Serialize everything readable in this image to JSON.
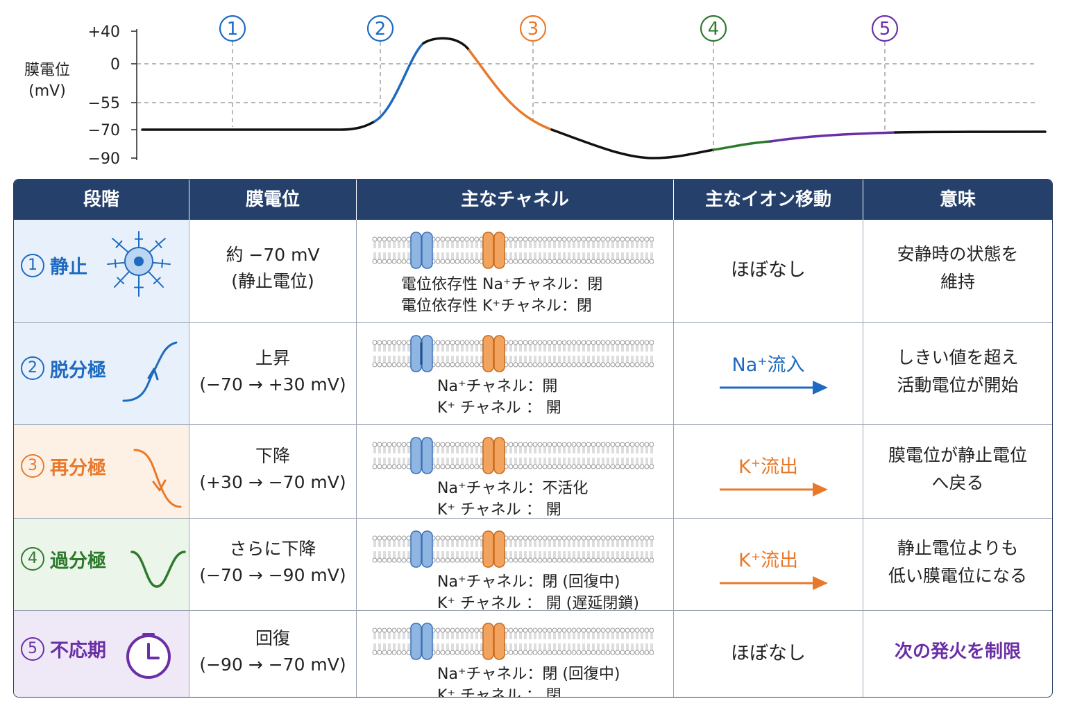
{
  "chart_data": {
    "type": "line",
    "ylabel": "膜電位\n(mV)",
    "y_ticks": [
      "+40",
      "0",
      "−55",
      "−70",
      "−90"
    ],
    "y_tick_values": [
      40,
      0,
      -55,
      -70,
      -90
    ],
    "ylim": [
      -90,
      40
    ],
    "threshold_lines": [
      0,
      -55
    ],
    "markers": [
      {
        "label": "①",
        "color": "#1e6ac0"
      },
      {
        "label": "②",
        "color": "#1e6ac0"
      },
      {
        "label": "③",
        "color": "#e9792a"
      },
      {
        "label": "④",
        "color": "#2d7a2d"
      },
      {
        "label": "⑤",
        "color": "#6a2fa6"
      }
    ],
    "curve": {
      "resting": -70,
      "peak": 32,
      "trough": -90,
      "segments": [
        {
          "phase": "resting",
          "color": "#111111"
        },
        {
          "phase": "depolarization",
          "color": "#1e6ac0"
        },
        {
          "phase": "peak",
          "color": "#111111"
        },
        {
          "phase": "repolarization",
          "color": "#e9792a"
        },
        {
          "phase": "fall",
          "color": "#111111"
        },
        {
          "phase": "hyperpolarization",
          "color": "#2d7a2d"
        },
        {
          "phase": "recovery",
          "color": "#6a2fa6"
        },
        {
          "phase": "resting",
          "color": "#111111"
        }
      ]
    }
  },
  "table": {
    "headers": [
      "段階",
      "膜電位",
      "主なチャネル",
      "主なイオン移動",
      "意味"
    ],
    "rows": [
      {
        "num": "1",
        "name": "静止",
        "color": "#1e6ac0",
        "bg": "#e8f1fb",
        "icon": "neuron-icon",
        "potential": [
          "約 −70 mV",
          "(静止電位)"
        ],
        "channels": [
          "電位依存性 Na⁺チャネル：閉",
          "電位依存性 K⁺チャネル：閉"
        ],
        "ion": "ほぼなし",
        "ion_color": "#222222",
        "arrow": false,
        "meaning": [
          "安静時の状態を",
          "維持"
        ],
        "meaning_color": "#222222"
      },
      {
        "num": "2",
        "name": "脱分極",
        "color": "#1e6ac0",
        "bg": "#e8f1fb",
        "icon": "rising-curve-icon",
        "potential": [
          "上昇",
          "(−70 → +30 mV)"
        ],
        "channels": [
          "Na⁺チャネル：開",
          "K⁺ チャネル ： 開"
        ],
        "ion": "Na⁺流入",
        "ion_color": "#1e6ac0",
        "arrow": true,
        "meaning": [
          "しきい値を超え",
          "活動電位が開始"
        ],
        "meaning_color": "#222222"
      },
      {
        "num": "3",
        "name": "再分極",
        "color": "#e9792a",
        "bg": "#fdf1e6",
        "icon": "falling-curve-icon",
        "potential": [
          "下降",
          "(+30 → −70 mV)"
        ],
        "channels": [
          "Na⁺チャネル：不活化",
          "K⁺ チャネル ： 開"
        ],
        "ion": "K⁺流出",
        "ion_color": "#e9792a",
        "arrow": true,
        "meaning": [
          "膜電位が静止電位",
          "へ戻る"
        ],
        "meaning_color": "#222222"
      },
      {
        "num": "4",
        "name": "過分極",
        "color": "#2d7a2d",
        "bg": "#ecf5ea",
        "icon": "dip-curve-icon",
        "potential": [
          "さらに下降",
          "(−70 → −90 mV)"
        ],
        "channels": [
          "Na⁺チャネル：閉 (回復中)",
          "K⁺ チャネル ： 開 (遅延閉鎖)"
        ],
        "ion": "K⁺流出",
        "ion_color": "#e9792a",
        "arrow": true,
        "meaning": [
          "静止電位よりも",
          "低い膜電位になる"
        ],
        "meaning_color": "#222222"
      },
      {
        "num": "5",
        "name": "不応期",
        "color": "#6a2fa6",
        "bg": "#efe8f7",
        "icon": "clock-icon",
        "potential": [
          "回復",
          "(−90 → −70 mV)"
        ],
        "channels": [
          "Na⁺チャネル：閉 (回復中)",
          "K⁺ チャネル ： 閉"
        ],
        "ion": "ほぼなし",
        "ion_color": "#222222",
        "arrow": false,
        "meaning": [
          "次の発火を制限"
        ],
        "meaning_color": "#6a2fa6"
      }
    ]
  }
}
